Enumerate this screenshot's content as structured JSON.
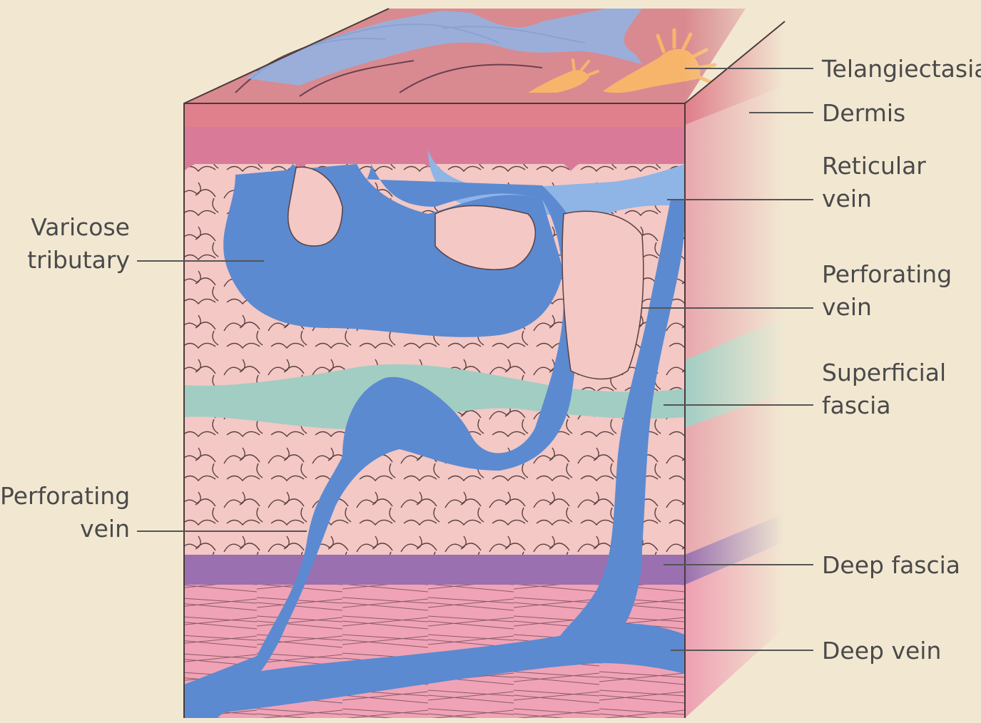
{
  "colors": {
    "background": "#f2e8d2",
    "vein": "#5b8ad1",
    "reticular_vein": "#8fb4e6",
    "telangiectasia": "#f7b56b",
    "dermis_band": "#e0808c",
    "papillary": "#d97b98",
    "fat_tissue": "#f3c8c5",
    "superficial_fascia": "#a2cdc3",
    "deep_fascia": "#9a70b0",
    "muscle": "#f0a3b6",
    "label_text": "#4a4a4a",
    "leader_line": "#555555"
  },
  "labels": {
    "telangiectasia": [
      "Telangiectasia"
    ],
    "dermis": [
      "Dermis"
    ],
    "reticular_vein": [
      "Reticular",
      "vein"
    ],
    "perforating_vein_right": [
      "Perforating",
      "vein"
    ],
    "superficial_fascia": [
      "Superficial",
      "fascia"
    ],
    "deep_fascia": [
      "Deep fascia"
    ],
    "deep_vein": [
      "Deep vein"
    ],
    "varicose_tributary": [
      "Varicose",
      "tributary"
    ],
    "perforating_vein_left": [
      "Perforating",
      "vein"
    ]
  }
}
